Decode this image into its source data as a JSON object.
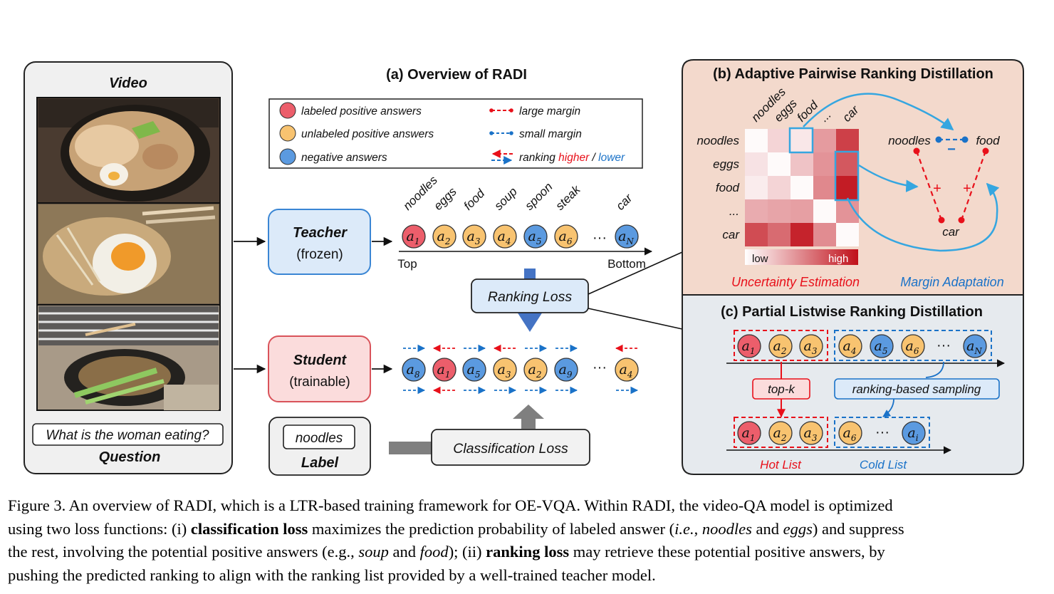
{
  "video_panel": {
    "title": "Video",
    "question_text": "What is the woman eating?",
    "question_caption": "Question"
  },
  "overview": {
    "title": "(a) Overview of RADI",
    "legend": {
      "labeled": "labeled positive answers",
      "unlabeled": "unlabeled positive answers",
      "negative": "negative answers",
      "large_margin": "large margin",
      "small_margin": "small margin",
      "ranking_prefix": "ranking ",
      "ranking_higher": "higher",
      "ranking_sep": " / ",
      "ranking_lower": "lower"
    },
    "teacher": {
      "name": "Teacher",
      "state": "(frozen)"
    },
    "student": {
      "name": "Student",
      "state": "(trainable)"
    },
    "label_box": {
      "value": "noodles",
      "caption": "Label"
    },
    "ranking_loss": "Ranking Loss",
    "classification_loss": "Classification Loss",
    "teacher_words": [
      "noodles",
      "eggs",
      "food",
      "soup",
      "spoon",
      "steak",
      "car"
    ],
    "teacher_ranking": [
      {
        "sub": "1",
        "kind": "labeled"
      },
      {
        "sub": "2",
        "kind": "unlabeled"
      },
      {
        "sub": "3",
        "kind": "unlabeled"
      },
      {
        "sub": "4",
        "kind": "unlabeled"
      },
      {
        "sub": "5",
        "kind": "negative"
      },
      {
        "sub": "6",
        "kind": "unlabeled"
      },
      {
        "sub": "N",
        "kind": "negative"
      }
    ],
    "student_ranking": [
      {
        "sub": "8",
        "kind": "negative"
      },
      {
        "sub": "1",
        "kind": "labeled"
      },
      {
        "sub": "5",
        "kind": "negative"
      },
      {
        "sub": "3",
        "kind": "unlabeled"
      },
      {
        "sub": "2",
        "kind": "unlabeled"
      },
      {
        "sub": "9",
        "kind": "negative"
      },
      {
        "sub": "4",
        "kind": "unlabeled"
      }
    ],
    "ellipsis": "···",
    "top_label": "Top",
    "bottom_label": "Bottom"
  },
  "pairwise": {
    "title": "(b) Adaptive Pairwise Ranking Distillation",
    "column_labels": [
      "noodles",
      "eggs",
      "food",
      "...",
      "car"
    ],
    "row_labels": [
      "noodles",
      "eggs",
      "food",
      "...",
      "car"
    ],
    "matrix": [
      [
        0.02,
        0.18,
        0.1,
        0.42,
        0.8
      ],
      [
        0.12,
        0.02,
        0.25,
        0.45,
        0.7
      ],
      [
        0.08,
        0.18,
        0.02,
        0.5,
        0.95
      ],
      [
        0.35,
        0.38,
        0.4,
        0.02,
        0.45
      ],
      [
        0.75,
        0.62,
        0.92,
        0.48,
        0.02
      ]
    ],
    "scale_low": "low",
    "scale_high": "high",
    "uncertainty_label": "Uncertainty Estimation",
    "margin_label": "Margin Adaptation",
    "triangle_words": [
      "noodles",
      "food",
      "car"
    ],
    "small_sign": "−",
    "large_sign": "+"
  },
  "listwise": {
    "title": "(c) Partial Listwise Ranking Distillation",
    "full_list": [
      {
        "sub": "1",
        "kind": "labeled"
      },
      {
        "sub": "2",
        "kind": "unlabeled"
      },
      {
        "sub": "3",
        "kind": "unlabeled"
      },
      {
        "sub": "4",
        "kind": "unlabeled"
      },
      {
        "sub": "5",
        "kind": "negative"
      },
      {
        "sub": "6",
        "kind": "unlabeled"
      },
      {
        "sub": "N",
        "kind": "negative"
      }
    ],
    "hot_list": [
      {
        "sub": "1",
        "kind": "labeled"
      },
      {
        "sub": "2",
        "kind": "unlabeled"
      },
      {
        "sub": "3",
        "kind": "unlabeled"
      }
    ],
    "cold_list": [
      {
        "sub": "6",
        "kind": "unlabeled"
      },
      {
        "sub": "i",
        "kind": "negative"
      }
    ],
    "topk_label": "top-k",
    "sampling_label": "ranking-based sampling",
    "hot_caption": "Hot List",
    "cold_caption": "Cold List"
  },
  "caption": {
    "lines": [
      [
        {
          "t": "Figure 3. An overview of RADI, which is a LTR-based training framework for OE-VQA. Within RADI, the video-QA model is optimized",
          "s": ""
        }
      ],
      [
        {
          "t": "using two loss functions: (i) ",
          "s": ""
        },
        {
          "t": "classification loss",
          "s": "b"
        },
        {
          "t": " maximizes the prediction probability of labeled answer (",
          "s": ""
        },
        {
          "t": "i.e.",
          "s": "i"
        },
        {
          "t": ", ",
          "s": ""
        },
        {
          "t": "noodles",
          "s": "i"
        },
        {
          "t": " and ",
          "s": ""
        },
        {
          "t": "eggs",
          "s": "i"
        },
        {
          "t": ") and suppress",
          "s": ""
        }
      ],
      [
        {
          "t": "the rest, involving the potential positive answers (e.g., ",
          "s": ""
        },
        {
          "t": "soup",
          "s": "i"
        },
        {
          "t": " and ",
          "s": ""
        },
        {
          "t": "food",
          "s": "i"
        },
        {
          "t": "); (ii) ",
          "s": ""
        },
        {
          "t": "ranking loss",
          "s": "b"
        },
        {
          "t": " may retrieve these potential positive answers, by",
          "s": ""
        }
      ],
      [
        {
          "t": "pushing the predicted ranking to align with the ranking list provided by a well-trained teacher model.",
          "s": ""
        }
      ]
    ]
  },
  "colors": {
    "labeled": "#ec5e6b",
    "unlabeled": "#f8c370",
    "negative": "#5b9ae0",
    "red": "#e8101a",
    "blue": "#1a72c8",
    "teacher_fill": "#dceaf9",
    "teacher_border": "#3a86d4",
    "student_fill": "#fbdcdc",
    "student_border": "#d9535a",
    "panel_b_fill": "#f3d9cc",
    "panel_c_fill": "#e6eaee",
    "video_panel_fill": "#f0f0f0"
  }
}
